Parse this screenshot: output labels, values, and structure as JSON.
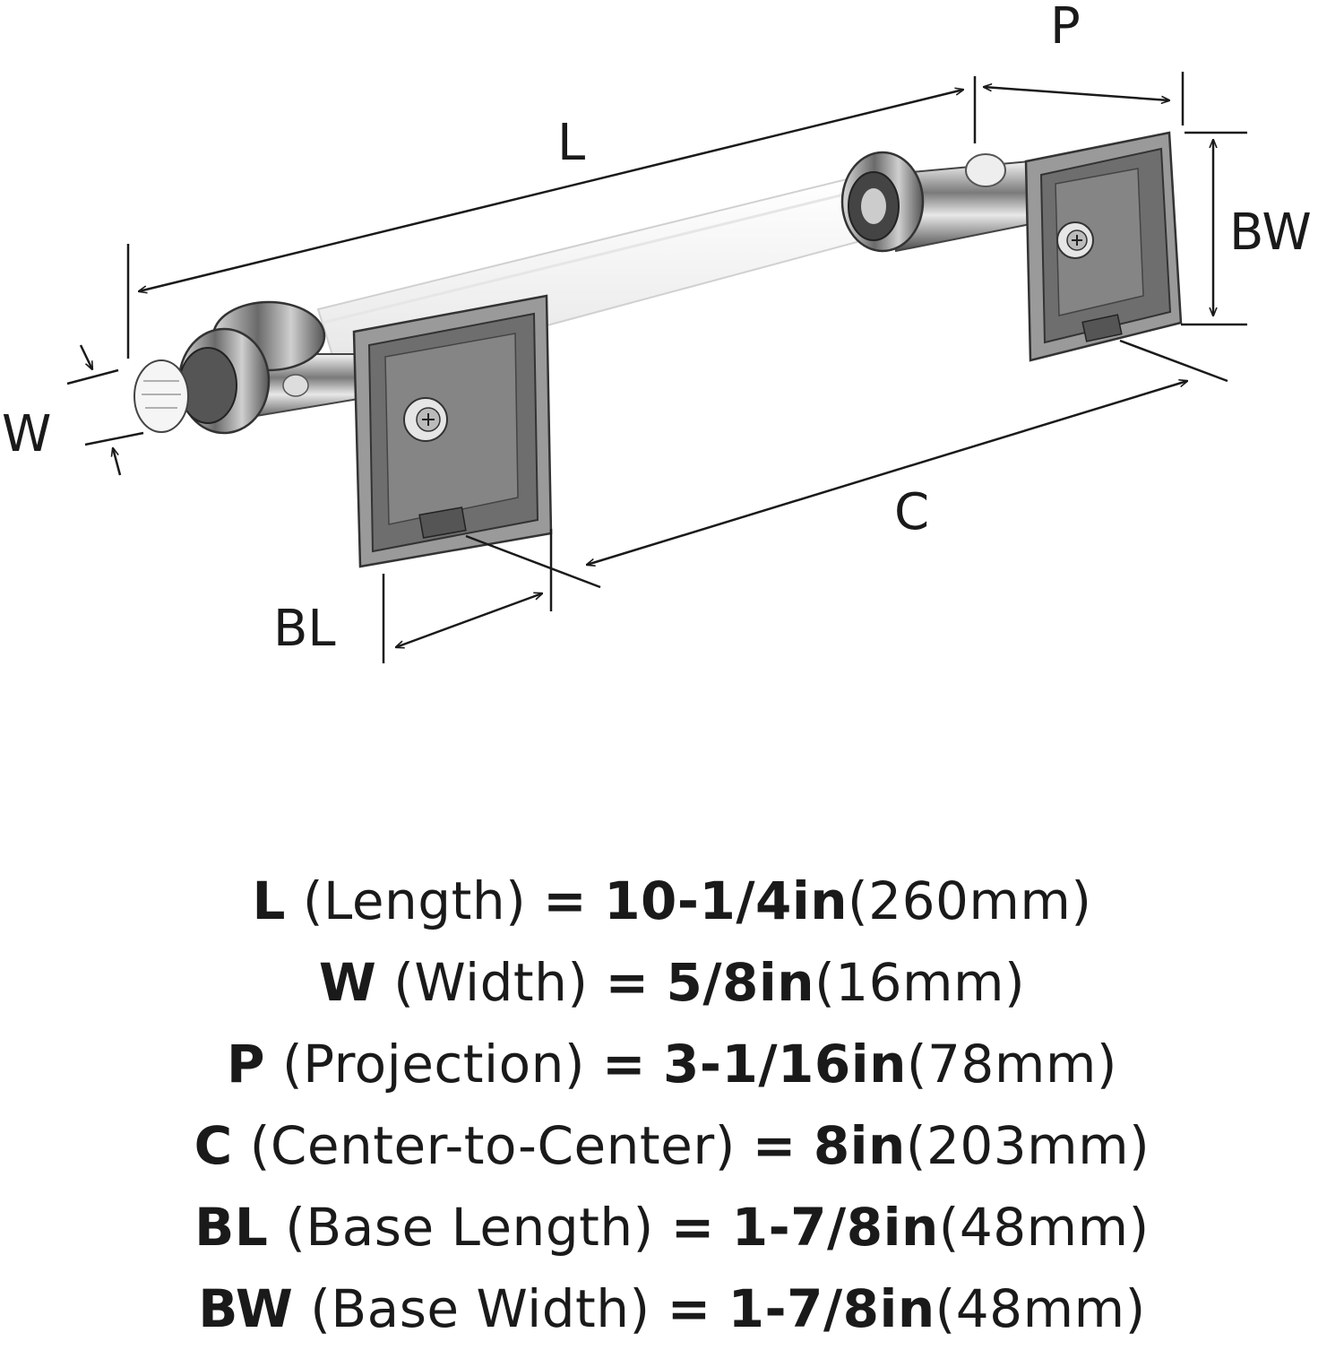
{
  "labels": {
    "L": "L",
    "P": "P",
    "BW": "BW",
    "W": "W",
    "C": "C",
    "BL": "BL"
  },
  "specs": [
    {
      "code": "L",
      "name": "(Length)",
      "eq": "=",
      "imperial": "10-1/4in",
      "metric": "(260mm)"
    },
    {
      "code": "W",
      "name": "(Width)",
      "eq": "=",
      "imperial": "5/8in",
      "metric": "(16mm)"
    },
    {
      "code": "P",
      "name": "(Projection)",
      "eq": "=",
      "imperial": "3-1/16in",
      "metric": "(78mm)"
    },
    {
      "code": "C",
      "name": "(Center-to-Center)",
      "eq": "=",
      "imperial": "8in",
      "metric": "(203mm)"
    },
    {
      "code": "BL",
      "name": "(Base Length)",
      "eq": "=",
      "imperial": "1-7/8in",
      "metric": "(48mm)"
    },
    {
      "code": "BW",
      "name": "(Base Width)",
      "eq": "=",
      "imperial": "1-7/8in",
      "metric": "(48mm)"
    }
  ]
}
